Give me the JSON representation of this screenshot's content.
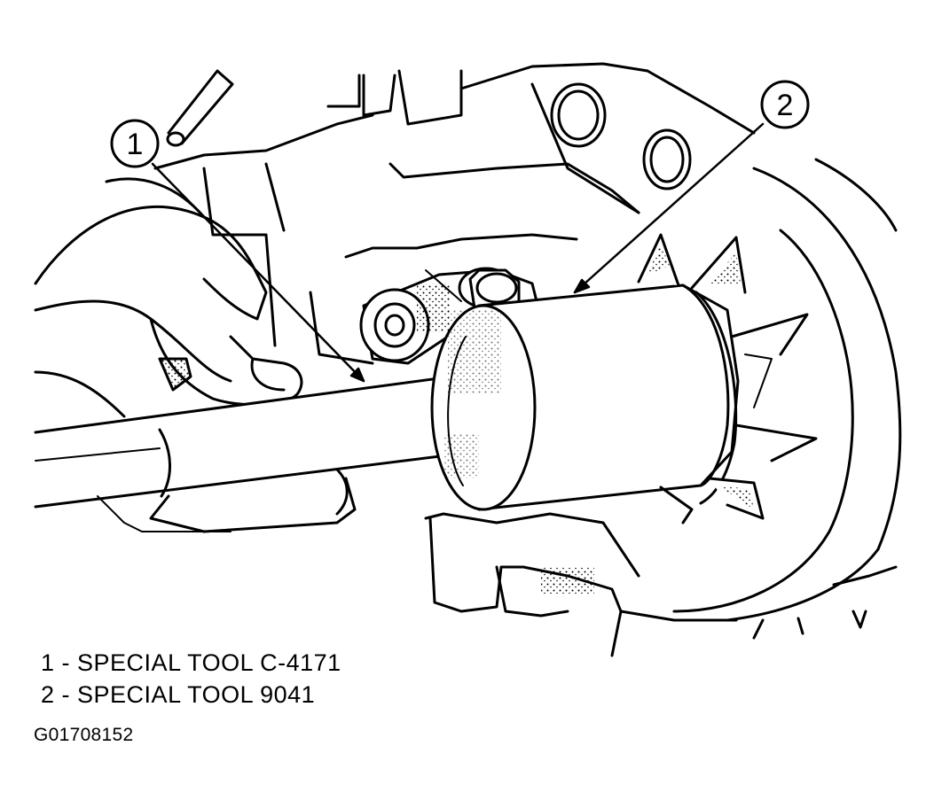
{
  "callouts": [
    {
      "number": "1"
    },
    {
      "number": "2"
    }
  ],
  "legend": [
    {
      "number": "1",
      "separator": " - ",
      "label": "SPECIAL TOOL C-4171"
    },
    {
      "number": "2",
      "separator": " - ",
      "label": "SPECIAL TOOL 9041"
    }
  ],
  "figure_id": "G01708152",
  "colors": {
    "ink": "#000000",
    "paper": "#ffffff"
  }
}
